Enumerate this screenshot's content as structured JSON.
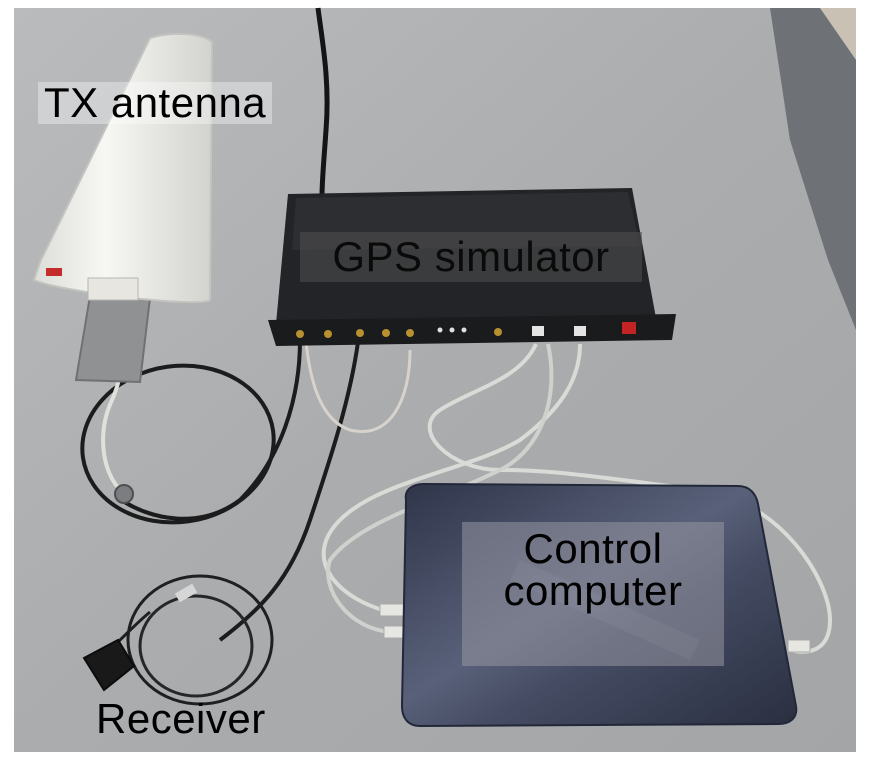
{
  "labels": {
    "tx_antenna": "TX antenna",
    "gps_simulator": "GPS simulator",
    "control_computer_line1": "Control",
    "control_computer_line2": "computer",
    "receiver": "Receiver"
  },
  "colors": {
    "table": "#a9abad",
    "wall": "#6b6e72",
    "simulator_body": "#202124",
    "laptop_lid": "#3b4258",
    "antenna": "#efefec",
    "cable_dark": "#1a1a1a",
    "cable_light": "#d8dad6"
  }
}
